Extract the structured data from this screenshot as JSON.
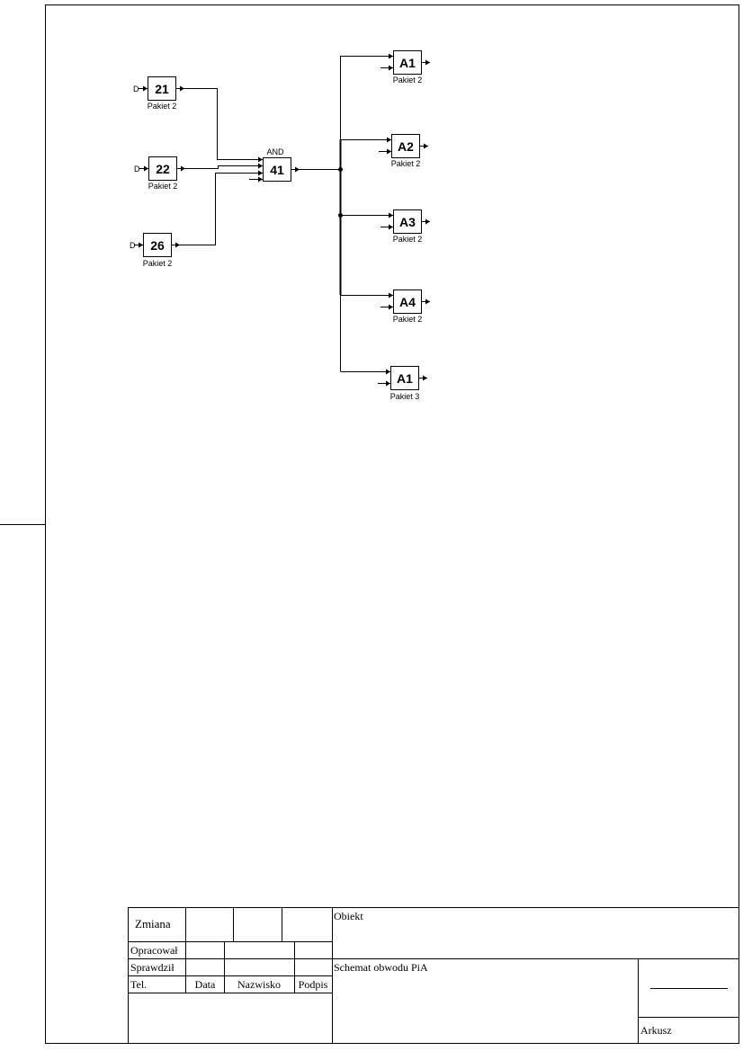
{
  "diagram": {
    "and_label": "AND",
    "input_marker": "D",
    "inputs": [
      {
        "id": "21",
        "package": "Pakiet 2"
      },
      {
        "id": "22",
        "package": "Pakiet 2"
      },
      {
        "id": "26",
        "package": "Pakiet 2"
      }
    ],
    "gate": {
      "id": "41"
    },
    "outputs": [
      {
        "id": "A1",
        "package": "Pakiet 2"
      },
      {
        "id": "A2",
        "package": "Pakiet 2"
      },
      {
        "id": "A3",
        "package": "Pakiet 2"
      },
      {
        "id": "A4",
        "package": "Pakiet 2"
      },
      {
        "id": "A1",
        "package": "Pakiet 3"
      }
    ]
  },
  "title_block": {
    "zmiana": "Zmiana",
    "opracowal": "Opracował",
    "sprawdzil": "Sprawdził",
    "tel": "Tel.",
    "data": "Data",
    "nazwisko": "Nazwisko",
    "podpis": "Podpis",
    "obiekt": "Obiekt",
    "title": "Schemat obwodu PiA",
    "arkusz": "Arkusz"
  }
}
